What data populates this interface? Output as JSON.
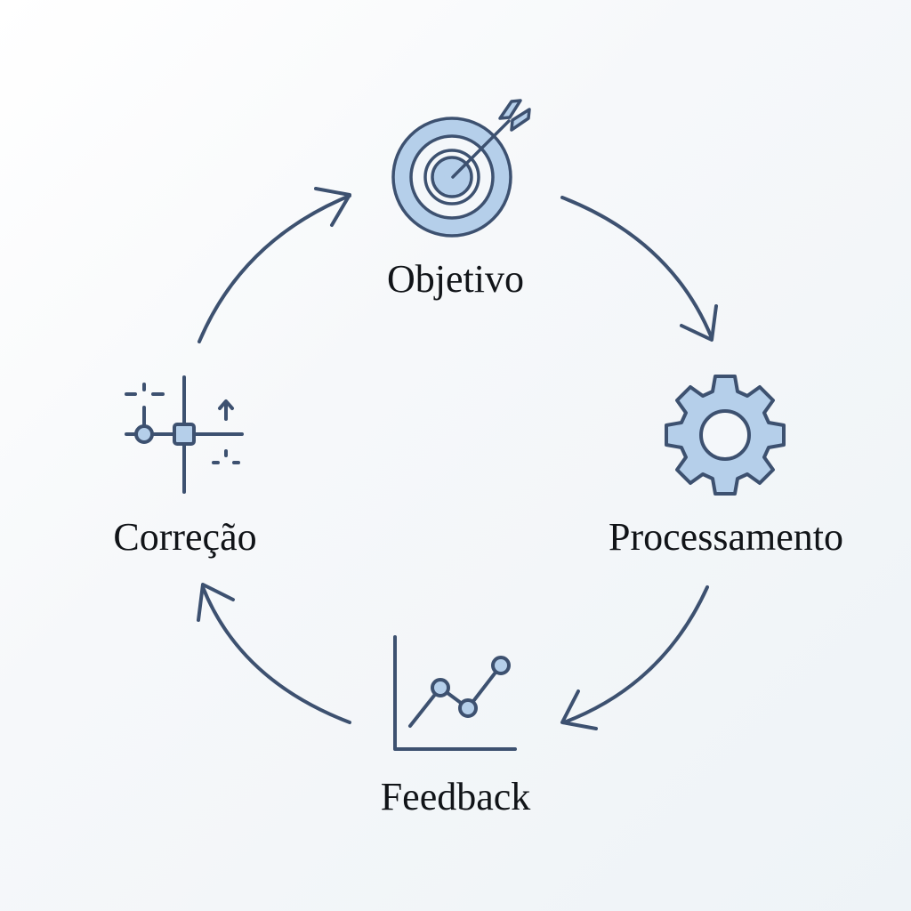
{
  "diagram": {
    "type": "cycle",
    "direction": "clockwise",
    "colors": {
      "ink": "#3d5170",
      "fill": "#b5cfea",
      "text": "#111418",
      "background": "#f4f7fa"
    },
    "nodes": [
      {
        "id": "objetivo",
        "label": "Objetivo",
        "icon": "target-arrow-icon",
        "position": "top"
      },
      {
        "id": "processamento",
        "label": "Processamento",
        "icon": "gear-icon",
        "position": "right"
      },
      {
        "id": "feedback",
        "label": "Feedback",
        "icon": "line-chart-icon",
        "position": "bottom"
      },
      {
        "id": "correcao",
        "label": "Correção",
        "icon": "adjustment-crosshair-icon",
        "position": "left"
      }
    ],
    "edges": [
      {
        "from": "objetivo",
        "to": "processamento"
      },
      {
        "from": "processamento",
        "to": "feedback"
      },
      {
        "from": "feedback",
        "to": "correcao"
      },
      {
        "from": "correcao",
        "to": "objetivo"
      }
    ]
  }
}
